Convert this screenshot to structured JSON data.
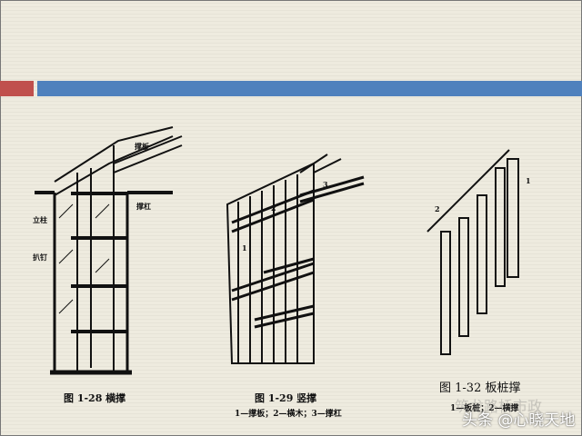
{
  "slide": {
    "accent_colors": {
      "left_bar": "#c0504d",
      "right_bar": "#4f81bd"
    }
  },
  "figures": [
    {
      "caption": "图 1-28  横撑",
      "labels": [
        "撑板",
        "撑杠",
        "立柱",
        "扒钉"
      ]
    },
    {
      "caption": "图 1-29  竖撑",
      "legend": "1—撑板；2—横木；3—撑杠",
      "labels": [
        "1",
        "2",
        "3"
      ]
    },
    {
      "caption": "图 1-32  板桩撑",
      "legend": "1—板桩；2—横撑",
      "labels": [
        "1",
        "2"
      ]
    }
  ],
  "watermarks": {
    "faint": "筑龙路桥市政",
    "main": "头条 @心晓天地"
  }
}
